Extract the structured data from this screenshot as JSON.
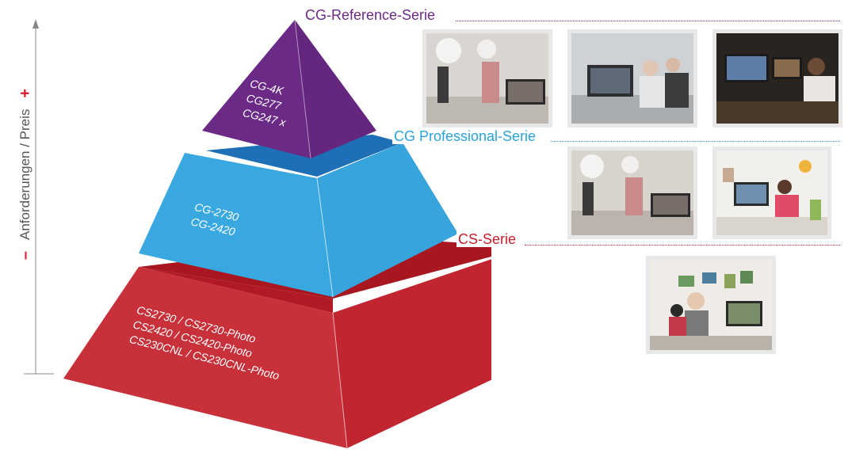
{
  "axis": {
    "label": "Anforderungen / Preis",
    "minus": "–",
    "plus": "+"
  },
  "series": [
    {
      "name": "CG-Reference-Serie",
      "color": "#6b2a86"
    },
    {
      "name": "CG Professional-Serie",
      "color": "#2aa3dc"
    },
    {
      "name": "CS-Serie",
      "color": "#c8202c"
    }
  ],
  "tiers": {
    "top": {
      "models": [
        "CG-4K",
        "CG277",
        "CG247 x"
      ]
    },
    "middle": {
      "models": [
        "CG-2730",
        "CG-2420"
      ]
    },
    "bottom": {
      "models": [
        "CS2730 / CS2730-Photo",
        "CS2420 / CS2420-Photo",
        "CS230CNL / CS230CNL-Photo"
      ]
    }
  },
  "colors": {
    "purple": "#6b2a86",
    "blue": "#3aa8e0",
    "red": "#c42a35",
    "axis": "#888888"
  },
  "photos": [
    {
      "name": "photo-studio-shoot",
      "group": "CG-Reference-Serie"
    },
    {
      "name": "photo-monitor-calibration",
      "group": "CG-Reference-Serie"
    },
    {
      "name": "photo-editing-suite",
      "group": "CG-Reference-Serie"
    },
    {
      "name": "photo-studio-shoot-2",
      "group": "CG Professional-Serie"
    },
    {
      "name": "photo-home-office",
      "group": "CG Professional-Serie"
    },
    {
      "name": "photo-family-desk",
      "group": "CS-Serie"
    }
  ]
}
